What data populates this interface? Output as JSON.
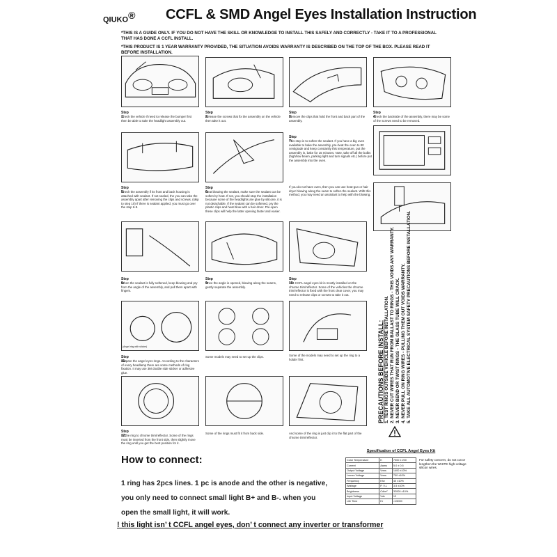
{
  "header": {
    "brand": "QIUKO",
    "registered": "®",
    "title": "CCFL & SMD Angel Eyes Installation Instruction"
  },
  "notices": [
    "*THIS IS A GUIDE ONLY. IF YOU DO NOT HAVE THE SKILL OR KNOWLEDGE TO INSTALL THIS SAFELY AND CORRECTLY - TAKE IT TO A PROFESSIONAL THAT HAS DONE A CCFL INSTALL.",
    "*THIS PRODUCT IS 1 YEAR WARRANTY PROVIDED, THE SITUATION AVOIDS WARRANTY IS DESCRIBED ON THE TOP OF THE BOX. PLEASE READ IT BEFORE INSTALLATION."
  ],
  "steps": {
    "s1": {
      "label": "Step 1:",
      "text": "Check the vehicle if need to release the bumper first then be able to take the headlight assembly out."
    },
    "s2": {
      "label": "Step 2:",
      "text": "Release the screws that fix the assembly on the vehicle then take it out."
    },
    "s3": {
      "label": "Step 3:",
      "text": "Remove the clips that hold the front and back part of the assembly."
    },
    "s4": {
      "label": "Step 4:",
      "text": "Check the backside of the assembly, there may be some of the screws need to be removed."
    },
    "s5": {
      "label": "Step 5:",
      "text": "Check the assembly if its front and back housing is attached with sealant. If not sealed, the you can take the assembly apart after removing the clips and screws. (skip to step 10) If there is sealant applied, you must go over the step 6-9."
    },
    "s6": {
      "label": "Step 6:",
      "text": "Heat blowing the sealant, make sure the sealant can be soften by heat. If not, you should stop the installation because some of the headlights are glue by silicone, it is not detachable. If the sealant can be softened, pry the plastic clips and heat blow with a hair drver. Pre-open these clips will help the latter opening faster and easier."
    },
    "s7": {
      "label": "Step 7:",
      "text": "This step is to soften the sealant. If you have a big oven available to bake the assembly, pre-heat the oven to 80 centigrade and keep constantly this temperature, put the assembly in, bake for 15 minutes. Note, take off all the bulbs (high/low beam, parking light and turn signals etc.) before put the assembly into the oven."
    },
    "s7b": {
      "label": "",
      "text": "If you do not have oven, then you can use heat-gun or hair dryer blowing along the seam to soften the sealant. With this method, you may need an assistant to help with the blowing."
    },
    "s8": {
      "label": "Step 8:",
      "text": "When the sealant is fully softened, keep blowing and pry from the angle of the assembly, and pull them apart with fingers."
    },
    "s9": {
      "label": "Step 9:",
      "text": "Once the angle is opened, blowing along the seams, gently separate the assembly."
    },
    "s10": {
      "label": "Step 10:",
      "text": "The CCFL angel eyes kit is mostly installed on the chrome trim/reflector. Some of the vehicles the chrome trim/reflector is fixed with the front clear cover, you may need to release clips or screws to take it out."
    },
    "s11": {
      "label": "Step 11:",
      "text": "Prepare the angel eyes rings. According to the characters of every headlamp there are some methods of ring fixation. It may use 3M double side sticker or adhesive glue."
    },
    "s11b": {
      "label": "",
      "text": "Some models may need to set up the clips."
    },
    "s11c": {
      "label": "",
      "text": "Some of the models may need to set up the ring to a holder first."
    },
    "s12": {
      "label": "Step 12:",
      "text": "Fit the ring to chrome trim/reflector. Some of the rings must be inserted from the front side, then slightly move the ring until you get the best position for it."
    },
    "s12b": {
      "label": "",
      "text": "Some of the rings must fit it from back side."
    },
    "s12c": {
      "label": "",
      "text": "And some of the ring is just clip it to the flat part of the chrome trim/reflector."
    }
  },
  "small_caption": "(Angel ring with sticker)",
  "precautions": {
    "title": "PRECAUTIONS BEFORE INSTALL:",
    "items": [
      "1. TEST RINGS OUTSIDE VEHICLE BEFORE INSTALLATION.",
      "2. NEVER CUT WIRES THAT RUN FROM BALLAST TO RINGS - THIS VOIDS ANY WARRANTY.",
      "3. NEVER BEND OR TWIST RINGS - THE GLASS TUBE WILL CRACK.",
      "4. NEVER PULL ON RING WIRES - PULLING THEM OUT VOIDS WARRANTY.",
      "5. TAKE ALL AUTOMOTIVE ELECTRICAL SYSTEM SAFETY PRECAUTIONS BEFORE INSTALLATION."
    ]
  },
  "how": {
    "title": "How to connect:",
    "line1": "1 ring has 2pcs lines. 1 pc is anode and the other is negative,",
    "line2": "you only need to connect small light B+ and B-. when you",
    "line3": "open the small light, it will work."
  },
  "spec": {
    "title": "Specification of CCFL Angel Eyes Kit",
    "rows": [
      [
        "Color Temperature",
        "K",
        "7000 ± 200"
      ],
      [
        "Current",
        "Aams",
        "5.0 ± 0.5"
      ],
      [
        "Output Voltage",
        "Vrms",
        "1400 ±10%"
      ],
      [
        "Lumen Voltage",
        "Vrms",
        "700 ±10%"
      ],
      [
        "Frequency",
        "Khz",
        "40 ±10%"
      ],
      [
        "Wattage",
        "P, V-L",
        "3.5 ±10%"
      ],
      [
        "Brightness",
        "Cd/m²",
        "32000 ±10%"
      ],
      [
        "Input Voltage",
        "Vdc",
        "12"
      ],
      [
        "Life Time",
        "Hr",
        ">15000"
      ]
    ],
    "note": "For safety concern, do not cut or lengthen the WHITE high-voltage silicon wires."
  },
  "footer": "! this light isn’ t CCFL angel eyes, don’ t connect any inverter or transformer"
}
